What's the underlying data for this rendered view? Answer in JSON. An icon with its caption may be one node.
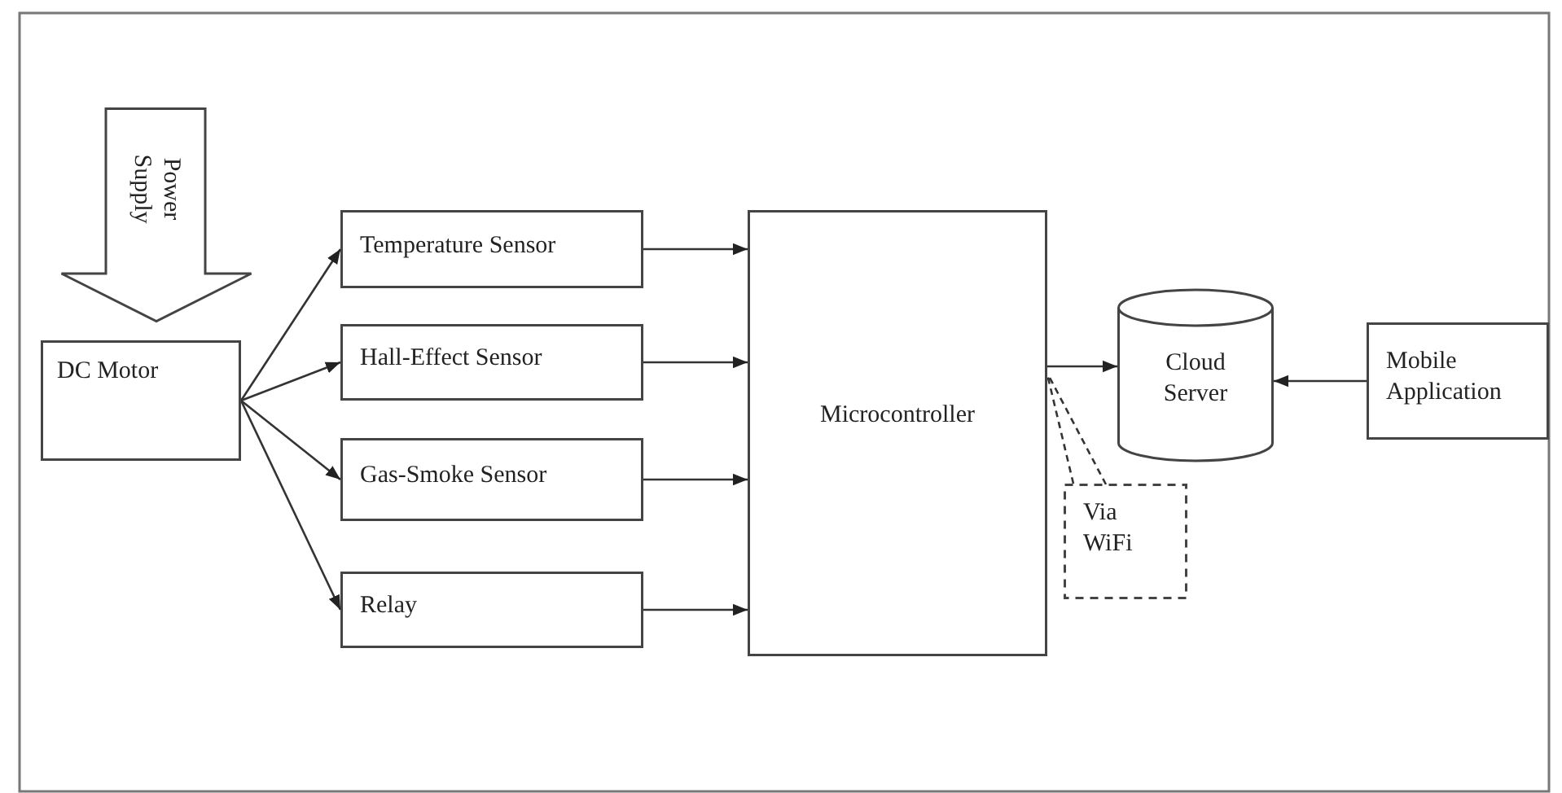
{
  "diagram": {
    "nodes": [
      {
        "text": [
          "Power Supply"
        ]
      },
      {
        "text": [
          "DC Motor"
        ]
      },
      {
        "text": [
          "Temperature Sensor"
        ]
      },
      {
        "text": [
          "Hall-Effect Sensor"
        ]
      },
      {
        "text": [
          "Gas-Smoke Sensor"
        ]
      },
      {
        "text": [
          "Relay"
        ]
      },
      {
        "text": [
          "Microcontroller"
        ]
      },
      {
        "text": [
          "Cloud Server"
        ]
      },
      {
        "text": [
          "Mobile Application"
        ]
      },
      {
        "text": [
          "Via WiFi"
        ]
      }
    ],
    "edges": [
      {
        "from": 1,
        "to": 2,
        "arrow": "to"
      },
      {
        "from": 1,
        "to": 3,
        "arrow": "to"
      },
      {
        "from": 1,
        "to": 4,
        "arrow": "to"
      },
      {
        "from": 1,
        "to": 5,
        "arrow": "to"
      },
      {
        "from": 2,
        "to": 6,
        "arrow": "to"
      },
      {
        "from": 3,
        "to": 6,
        "arrow": "to"
      },
      {
        "from": 4,
        "to": 6,
        "arrow": "to"
      },
      {
        "from": 5,
        "to": 6,
        "arrow": "to"
      },
      {
        "from": 6,
        "to": 7,
        "arrow": "to"
      },
      {
        "from": 8,
        "to": 7,
        "arrow": "to"
      },
      {
        "from": 9,
        "to": 6,
        "arrow": "none",
        "style": "dashed"
      }
    ]
  }
}
